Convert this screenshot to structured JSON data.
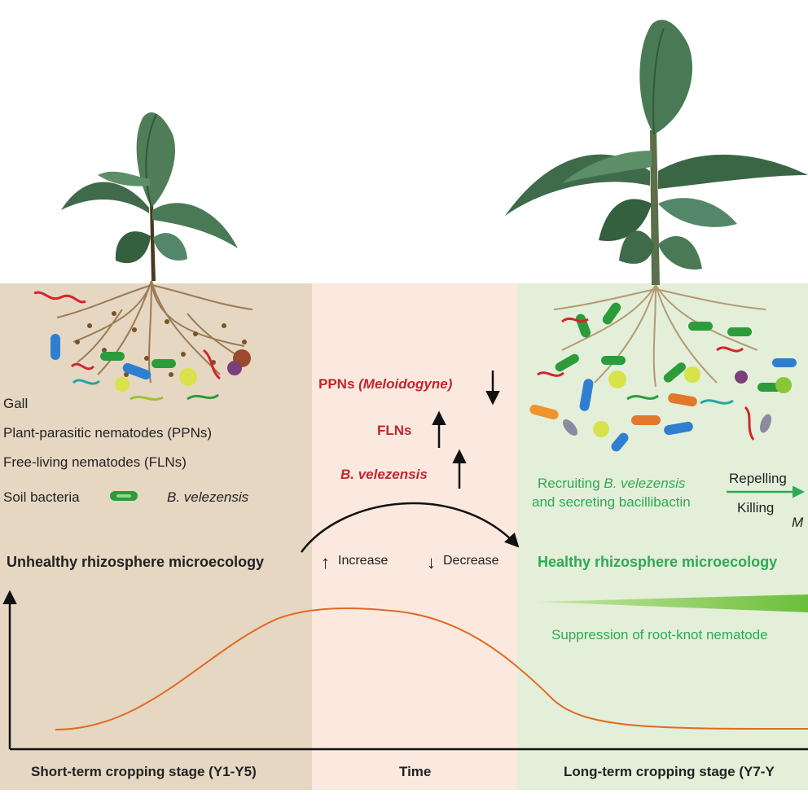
{
  "colors": {
    "left_panel": "#e6d7c3",
    "middle_panel": "#fbe9df",
    "right_panel": "#e3efd9",
    "curve": "#e06a22",
    "red_text": "#c0272d",
    "green_text": "#2eaa54",
    "leaf_dark": "#2f5a3a",
    "leaf_light": "#6c9b78",
    "root": "#9a7b55",
    "bacillus": "#2d9b3a"
  },
  "legend": {
    "gall": "Gall",
    "ppns": "Plant-parasitic nematodes (PPNs)",
    "flns": "Free-living nematodes (FLNs)",
    "soil_bacteria": "Soil bacteria",
    "b_velezensis": "B. velezensis"
  },
  "middle": {
    "ppns_prefix": "PPNs ",
    "ppns_genus": "(Meloidogyne)",
    "flns": "FLNs",
    "b_velezensis": "B. velezensis",
    "increase_arrow": "↑",
    "increase": "Increase",
    "decrease_arrow": "↓",
    "decrease": "Decrease",
    "time": "Time"
  },
  "left": {
    "title": "Unhealthy rhizosphere microecology",
    "stage": "Short-term cropping stage (Y1-Y5)"
  },
  "right": {
    "title": "Healthy rhizosphere microecology",
    "recruiting_prefix": "Recruiting ",
    "recruiting_species": "B. velezensis",
    "secreting": "and secreting bacillibactin",
    "repelling": "Repelling",
    "killing": "Killing",
    "meloidogyne_fragment": "M",
    "suppression": "Suppression of root-knot nematode",
    "stage": "Long-term cropping stage (Y7-Y"
  }
}
